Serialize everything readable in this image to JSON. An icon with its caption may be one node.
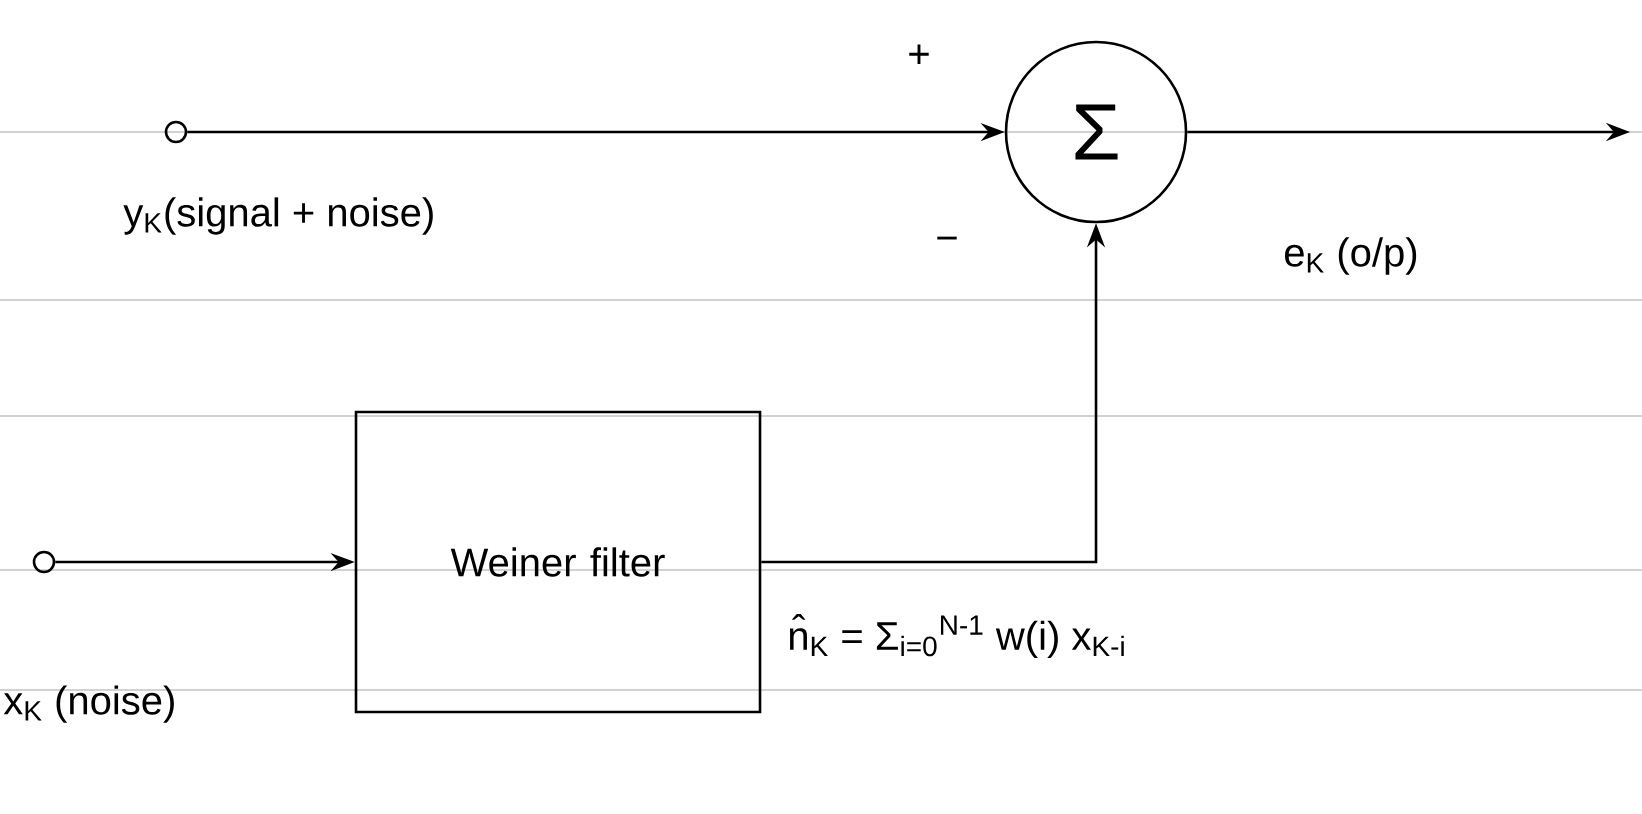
{
  "diagram": {
    "nodes": [
      {
        "text": [],
        "shape": "circle"
      },
      {
        "text": [
          "Σ"
        ]
      },
      {
        "text": [],
        "shape": "circle"
      },
      {
        "text": [
          "Weiner filter"
        ]
      }
    ],
    "edges": [
      {
        "from": 0,
        "to": 1,
        "arrow": "to"
      },
      {
        "from": 1,
        "to": null,
        "arrow": "to"
      },
      {
        "from": 3,
        "to": 1,
        "arrow": "to"
      },
      {
        "from": 2,
        "to": 3,
        "arrow": "to"
      }
    ],
    "labels": [
      "+",
      "y$_{K}$(signal + noise)",
      "−",
      "e$_{K}$ (o/p)",
      "n̂$_{K}$ = Σ$_{i=0}$$^{N-1}$ w(i) x$_{K-i}$",
      "x$_{K}$ (noise)"
    ]
  }
}
